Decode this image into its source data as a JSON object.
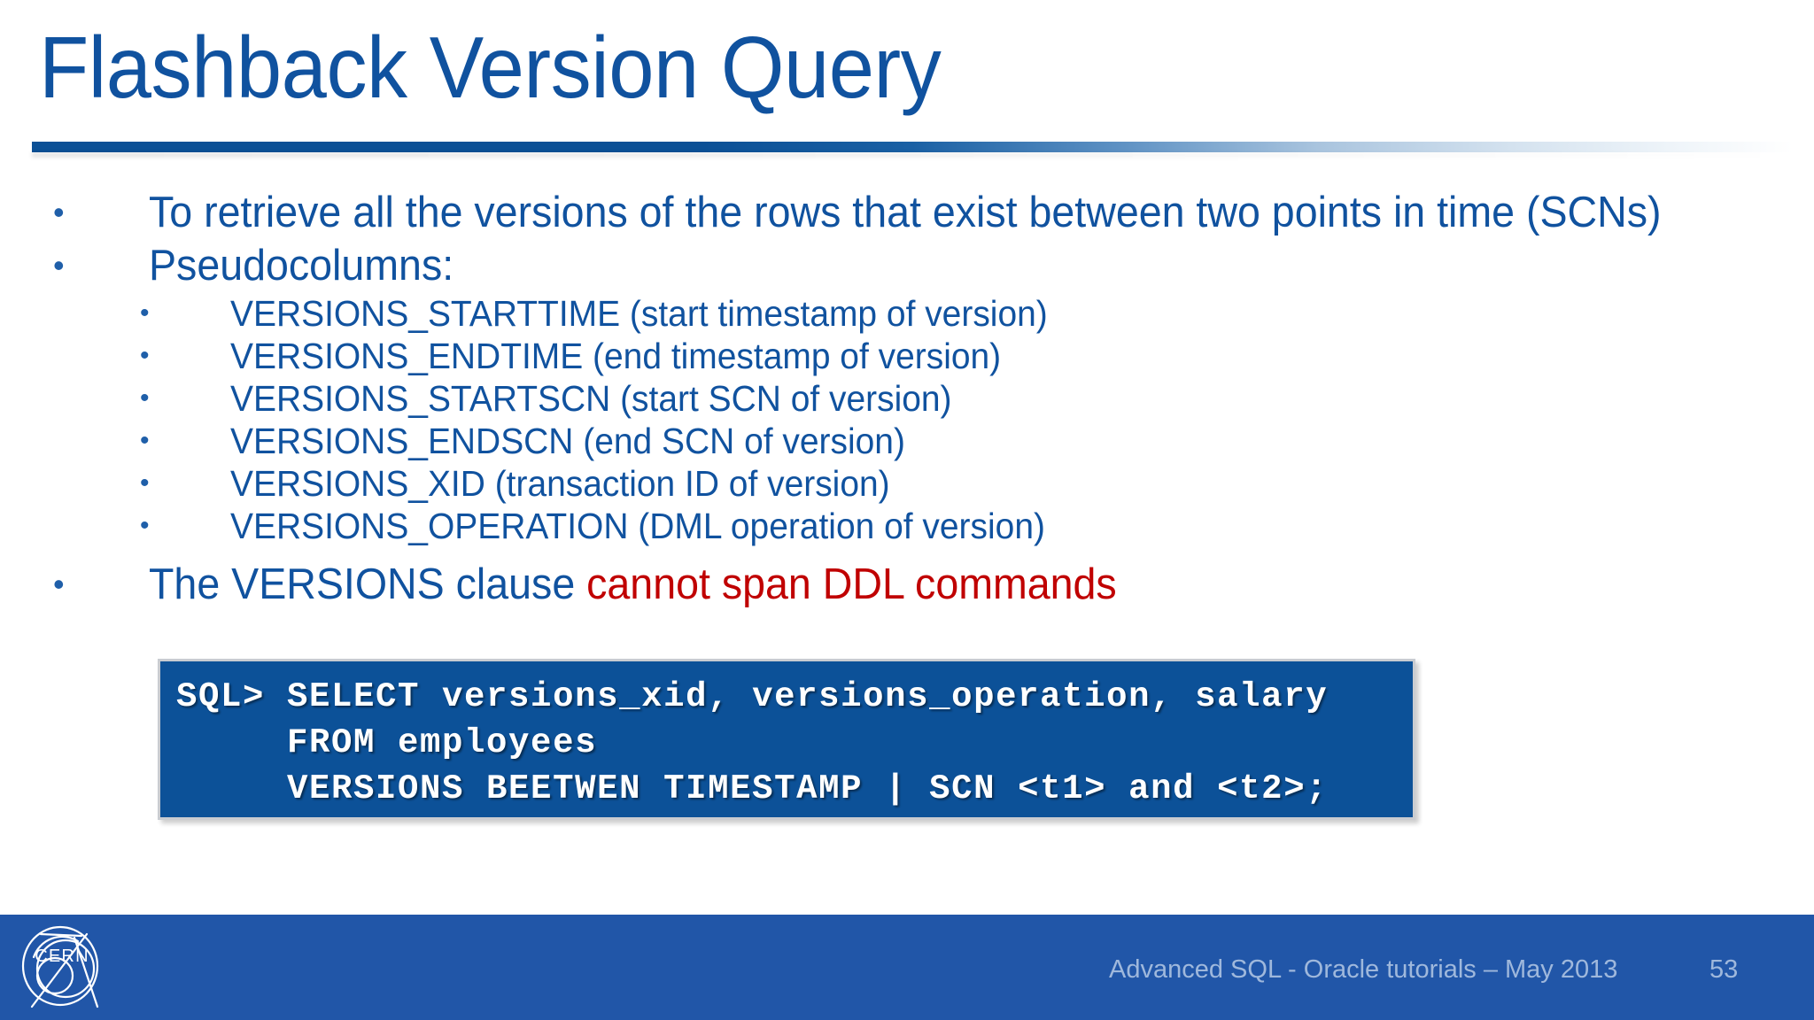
{
  "slide": {
    "title": "Flashback Version Query",
    "accent_color": "#10529F",
    "rule_color": "#0B5096",
    "background": "#ffffff"
  },
  "content": {
    "bullets": [
      {
        "level": 1,
        "marker": "•",
        "text": "To retrieve all the versions of the rows that exist between two points in time (SCNs)"
      },
      {
        "level": 1,
        "marker": "•",
        "text": "Pseudocolumns:"
      },
      {
        "level": 2,
        "marker": "•",
        "text": "VERSIONS_STARTTIME (start timestamp of version)"
      },
      {
        "level": 2,
        "marker": "•",
        "text": "VERSIONS_ENDTIME (end timestamp of version)"
      },
      {
        "level": 2,
        "marker": "•",
        "text": "VERSIONS_STARTSCN (start SCN of version)"
      },
      {
        "level": 2,
        "marker": "•",
        "text": "VERSIONS_ENDSCN (end SCN of version)"
      },
      {
        "level": 2,
        "marker": "•",
        "text": "VERSIONS_XID (transaction ID of version)"
      },
      {
        "level": 2,
        "marker": "•",
        "text": "VERSIONS_OPERATION (DML operation of version)"
      }
    ],
    "last_bullet": {
      "level": 1,
      "marker": "•",
      "text_blue": "The VERSIONS clause ",
      "text_red": "cannot span DDL commands",
      "red_color": "#C00000"
    }
  },
  "code_block": {
    "background": "#0C5198",
    "text_color": "#ffffff",
    "border_color": "#c9ccd1",
    "lines": [
      "SQL> SELECT versions_xid, versions_operation, salary",
      "     FROM employees",
      "     VERSIONS BEETWEN TIMESTAMP | SCN <t1> and <t2>;"
    ]
  },
  "footer": {
    "background": "#2156A8",
    "text_color": "#9FB8DC",
    "caption": "Advanced SQL - Oracle tutorials – May 2013",
    "page_number": "53",
    "logo_label": "CERN"
  }
}
